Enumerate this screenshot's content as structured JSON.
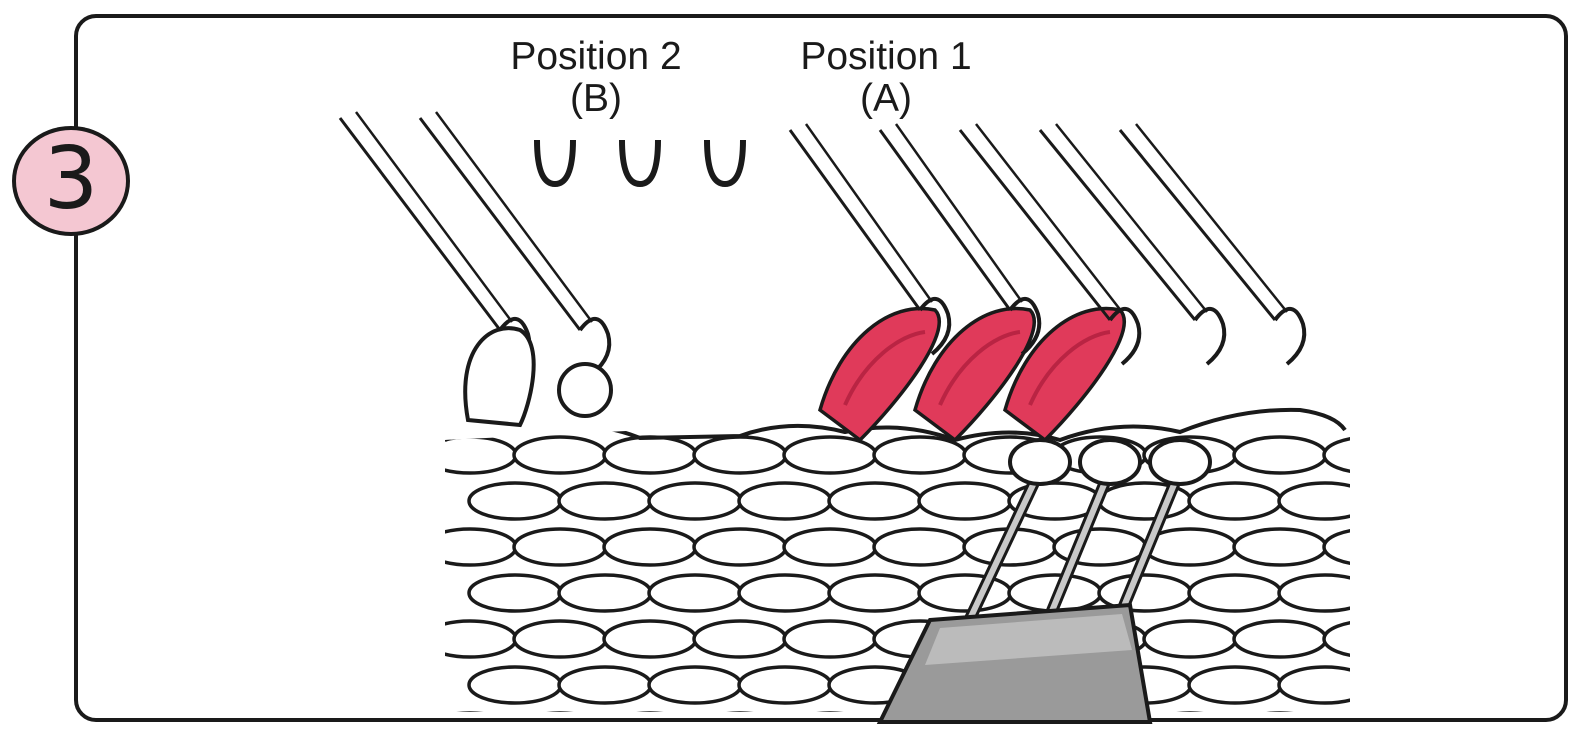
{
  "step_number": "3",
  "labels": {
    "position_2": {
      "title": "Position 2",
      "letter": "(B)"
    },
    "position_1": {
      "title": "Position 1",
      "letter": "(A)"
    }
  },
  "colors": {
    "outline": "#1a1a1a",
    "badge_fill": "#f4c7d2",
    "yarn_red": "#e03a5a",
    "yarn_red_dark": "#b92443",
    "tool_gray": "#9a9a9a",
    "tool_gray_light": "#c9c9c9",
    "knit_white": "#ffffff"
  },
  "icons": {
    "step_badge": "circled-number-icon",
    "needles": "latch-needle-icon",
    "transfer_tool": "transfer-tool-icon"
  }
}
